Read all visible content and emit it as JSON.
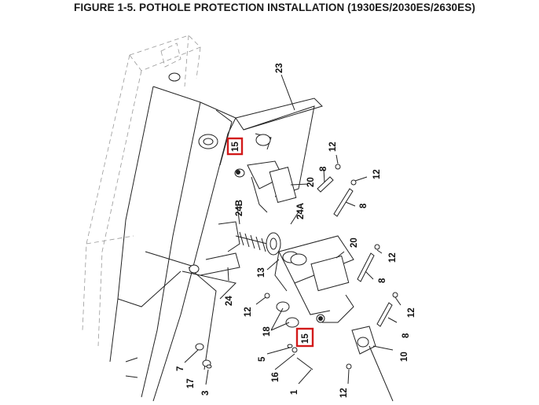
{
  "title": "FIGURE 1-5. POTHOLE PROTECTION INSTALLATION (1930ES/2030ES/2630ES)",
  "callouts": {
    "c23": "23",
    "c15_top": "15",
    "c12_a": "12",
    "c8_a": "8",
    "c20_a": "20",
    "c12_b": "12",
    "c8_b": "8",
    "c24B": "24B",
    "c24A": "24A",
    "c20_b": "20",
    "c12_c": "12",
    "c13": "13",
    "c8_c": "8",
    "c24": "24",
    "c12_d": "12",
    "c12_e": "12",
    "c18": "18",
    "c8_d": "8",
    "c15_bottom": "15",
    "c5": "5",
    "c10": "10",
    "c7": "7",
    "c17": "17",
    "c3": "3",
    "c16": "16",
    "c1": "1",
    "c12_f": "12"
  },
  "highlight_color": "#d21a1a"
}
